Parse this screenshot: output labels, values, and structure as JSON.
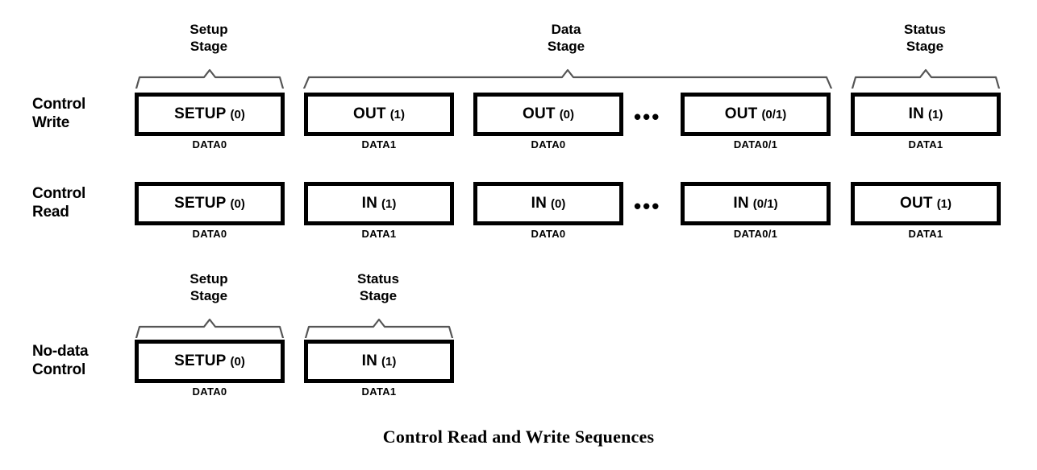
{
  "figure": {
    "caption": "Control Read and Write Sequences",
    "colors": {
      "background": "#ffffff",
      "box_border": "#000000",
      "text": "#000000",
      "brace": "#555555"
    }
  },
  "rows": [
    {
      "id": "control-write",
      "label": "Control\nWrite",
      "packets": [
        {
          "name": "SETUP",
          "toggle": "(0)",
          "data": "DATA0"
        },
        {
          "name": "OUT",
          "toggle": "(1)",
          "data": "DATA1"
        },
        {
          "name": "OUT",
          "toggle": "(0)",
          "data": "DATA0"
        },
        {
          "name": "OUT",
          "toggle": "(0/1)",
          "data": "DATA0/1"
        },
        {
          "name": "IN",
          "toggle": "(1)",
          "data": "DATA1"
        }
      ],
      "ellipsis": "•••",
      "stages": [
        {
          "title": "Setup\nStage"
        },
        {
          "title": "Data\nStage"
        },
        {
          "title": "Status\nStage"
        }
      ]
    },
    {
      "id": "control-read",
      "label": "Control\nRead",
      "packets": [
        {
          "name": "SETUP",
          "toggle": "(0)",
          "data": "DATA0"
        },
        {
          "name": "IN",
          "toggle": "(1)",
          "data": "DATA1"
        },
        {
          "name": "IN",
          "toggle": "(0)",
          "data": "DATA0"
        },
        {
          "name": "IN",
          "toggle": "(0/1)",
          "data": "DATA0/1"
        },
        {
          "name": "OUT",
          "toggle": "(1)",
          "data": "DATA1"
        }
      ],
      "ellipsis": "•••",
      "stages": []
    },
    {
      "id": "no-data-control",
      "label": "No-data\nControl",
      "packets": [
        {
          "name": "SETUP",
          "toggle": "(0)",
          "data": "DATA0"
        },
        {
          "name": "IN",
          "toggle": "(1)",
          "data": "DATA1"
        }
      ],
      "ellipsis": "",
      "stages": [
        {
          "title": "Setup\nStage"
        },
        {
          "title": "Status\nStage"
        }
      ]
    }
  ]
}
